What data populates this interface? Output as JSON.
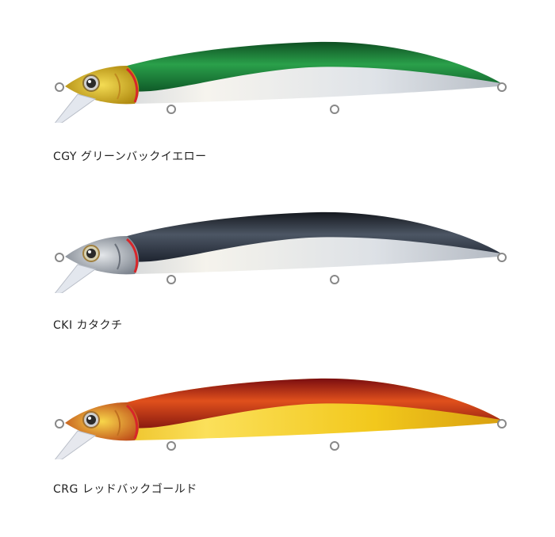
{
  "variants": [
    {
      "code": "CGY",
      "name": "グリーンバックイエロー",
      "label": "CGY グリーンバックイエロー",
      "colors": {
        "back": "#1f8a3c",
        "back_dark": "#0e4f22",
        "belly": "#e8ecef",
        "head": "#d9b21c",
        "accent": "#d8262a"
      }
    },
    {
      "code": "CKI",
      "name": "カタクチ",
      "label": "CKI カタクチ",
      "colors": {
        "back": "#3b4450",
        "back_dark": "#1a1f27",
        "belly": "#e6e9ed",
        "head": "#9aa1ab",
        "accent": "#d8262a"
      }
    },
    {
      "code": "CRG",
      "name": "レッドバックゴールド",
      "label": "CRG レッドバックゴールド",
      "colors": {
        "back": "#c8321a",
        "back_dark": "#7a0d10",
        "belly": "#f0c418",
        "head": "#e0b01a",
        "accent": "#d8262a"
      }
    }
  ]
}
